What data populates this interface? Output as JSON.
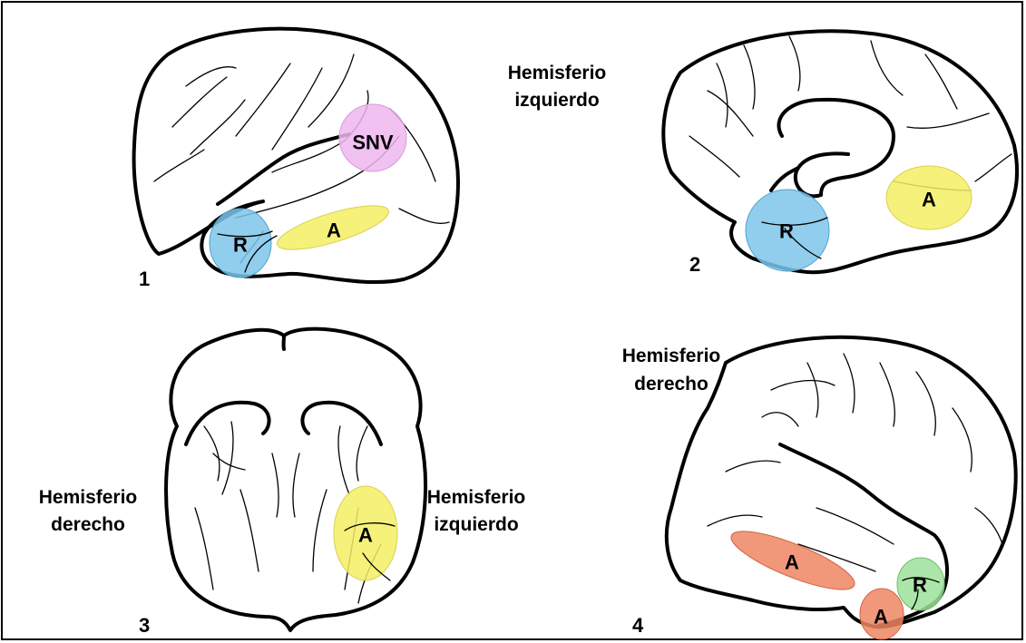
{
  "colors": {
    "snv_region": "#eeb6f0",
    "auditory_region_left": "#f5ef63",
    "reading_region_left": "#7ec6ea",
    "auditory_region_right": "#ee8563",
    "reading_region_right": "#9ee09a"
  },
  "panels": {
    "p1": {
      "number": "1",
      "labels": {
        "snv": "SNV",
        "a": "A",
        "r": "R"
      }
    },
    "p2": {
      "number": "2",
      "hemisphere": [
        "Hemisferio",
        "izquierdo"
      ],
      "labels": {
        "a": "A",
        "r": "R"
      }
    },
    "p3": {
      "number": "3",
      "left_hemisphere": [
        "Hemisferio",
        "derecho"
      ],
      "right_hemisphere": [
        "Hemisferio",
        "izquierdo"
      ],
      "labels": {
        "a": "A"
      }
    },
    "p4": {
      "number": "4",
      "hemisphere": [
        "Hemisferio",
        "derecho"
      ],
      "labels": {
        "a1": "A",
        "a2": "A",
        "r": "R"
      }
    }
  }
}
